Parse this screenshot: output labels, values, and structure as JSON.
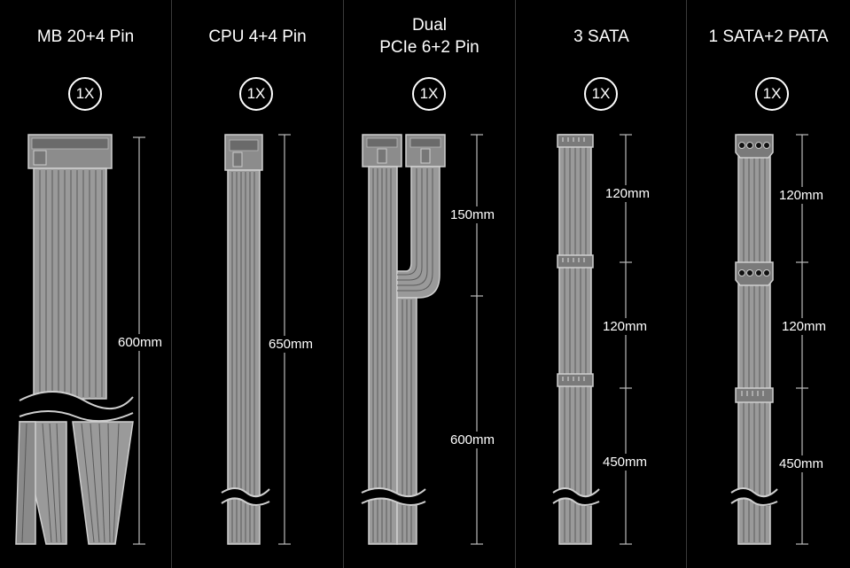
{
  "panels": [
    {
      "title_lines": [
        "MB 20+4 Pin"
      ],
      "qty": "1X",
      "lengths": [
        "600mm"
      ]
    },
    {
      "title_lines": [
        "CPU 4+4 Pin"
      ],
      "qty": "1X",
      "lengths": [
        "650mm"
      ]
    },
    {
      "title_lines": [
        "Dual",
        "PCIe 6+2 Pin"
      ],
      "qty": "1X",
      "lengths": [
        "150mm",
        "600mm"
      ]
    },
    {
      "title_lines": [
        "3 SATA"
      ],
      "qty": "1X",
      "lengths": [
        "120mm",
        "120mm",
        "450mm"
      ]
    },
    {
      "title_lines": [
        "1 SATA+2 PATA"
      ],
      "qty": "1X",
      "lengths": [
        "120mm",
        "120mm",
        "450mm"
      ]
    }
  ],
  "colors": {
    "background": "#000000",
    "cable": "#9a9a9a",
    "outline": "#c8c8c8",
    "text": "#ffffff"
  }
}
